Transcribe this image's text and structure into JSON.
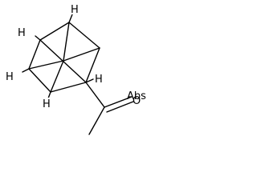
{
  "molecule": {
    "atoms": {
      "h_top": "H",
      "h_top_left": "H",
      "h_left": "H",
      "h_center": "H",
      "h_bottom_left": "H",
      "oxygen": "O",
      "abs_label": "Abs"
    }
  }
}
